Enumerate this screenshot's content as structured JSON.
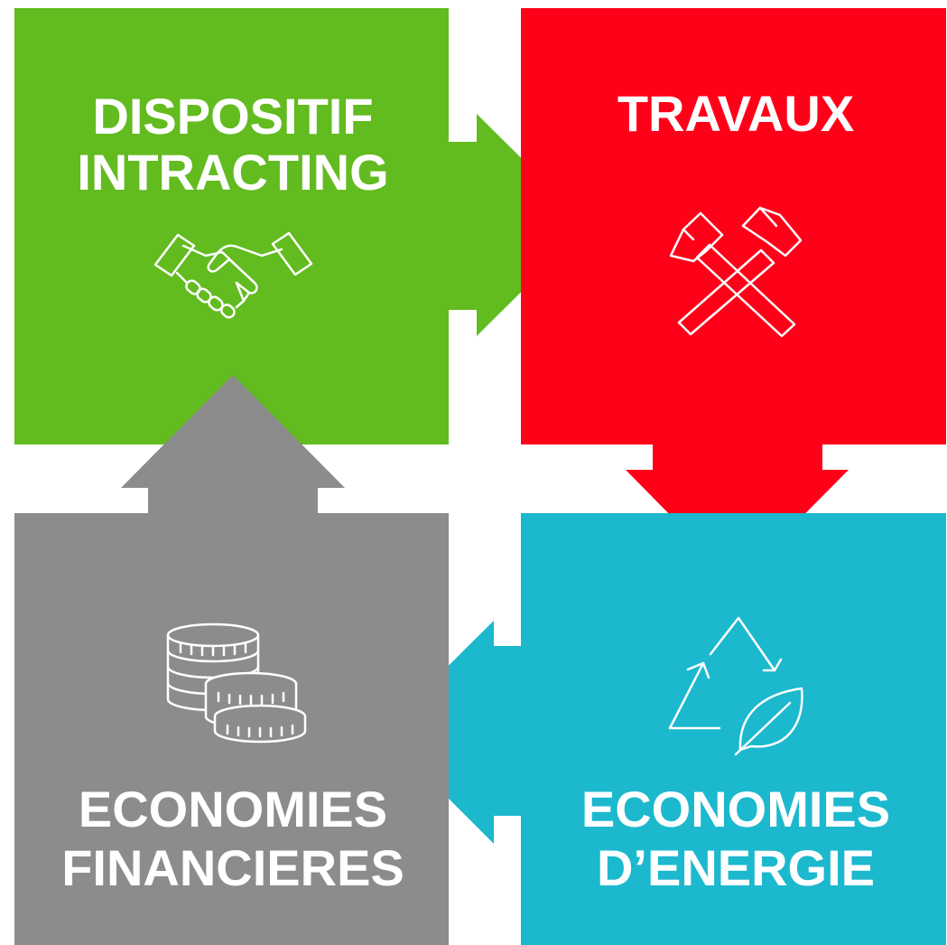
{
  "colors": {
    "dispositif": "#62BB1F",
    "travaux": "#FF0019",
    "energie": "#1CB8CE",
    "financieres": "#8C8C8C",
    "text": "#FFFFFF"
  },
  "steps": [
    {
      "key": "dispositif",
      "title_lines": [
        "DISPOSITIF",
        "INTRACTING"
      ],
      "icon": "handshake-icon",
      "color": "#62BB1F"
    },
    {
      "key": "travaux",
      "title_lines": [
        "TRAVAUX"
      ],
      "icon": "hammers-icon",
      "color": "#FF0019"
    },
    {
      "key": "energie",
      "title_lines": [
        "ECONOMIES",
        "D’ENERGIE"
      ],
      "icon": "recycle-leaf-icon",
      "color": "#1CB8CE"
    },
    {
      "key": "financieres",
      "title_lines": [
        "ECONOMIES",
        "FINANCIERES"
      ],
      "icon": "coins-icon",
      "color": "#8C8C8C"
    }
  ]
}
